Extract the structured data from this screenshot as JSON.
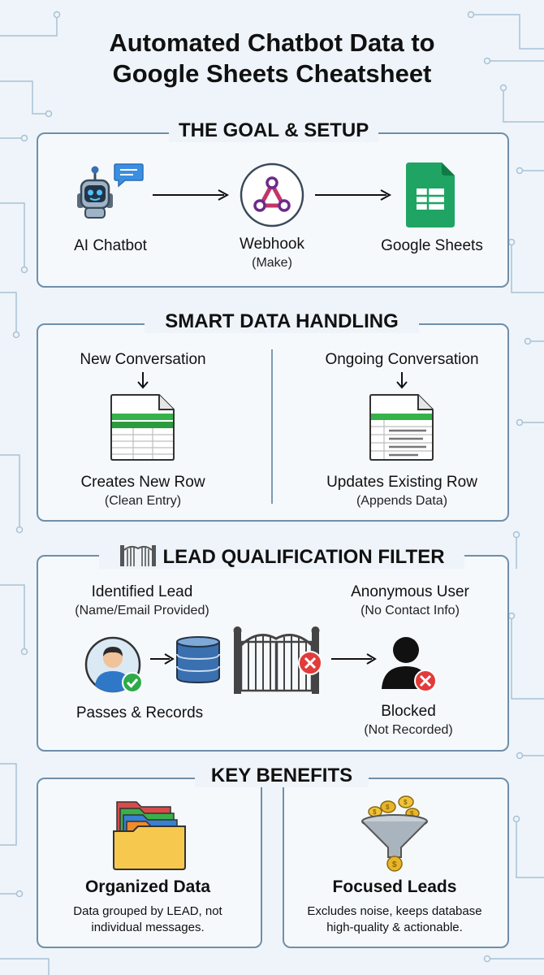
{
  "title": {
    "line1": "Automated Chatbot Data to",
    "line2": "Google Sheets Cheatsheet"
  },
  "goal": {
    "heading": "THE GOAL & SETUP",
    "chatbot_label": "AI Chatbot",
    "webhook_label": "Webhook",
    "webhook_sub": "(Make)",
    "sheets_label": "Google Sheets"
  },
  "smart": {
    "heading": "SMART DATA HANDLING",
    "new_title": "New Conversation",
    "new_label": "Creates New Row",
    "new_sub": "(Clean Entry)",
    "ongoing_title": "Ongoing Conversation",
    "ongoing_label": "Updates Existing Row",
    "ongoing_sub": "(Appends Data)"
  },
  "lead": {
    "heading": "LEAD QUALIFICATION FILTER",
    "identified_title": "Identified Lead",
    "identified_sub": "(Name/Email Provided)",
    "passes_label": "Passes & Records",
    "anon_title": "Anonymous User",
    "anon_sub": "(No Contact Info)",
    "blocked_label": "Blocked",
    "blocked_sub": "(Not Recorded)"
  },
  "benefits": {
    "heading": "KEY BENEFITS",
    "organized_title": "Organized Data",
    "organized_desc": "Data grouped by LEAD, not individual messages.",
    "focused_title": "Focused Leads",
    "focused_desc": "Excludes noise, keeps database high-quality & actionable."
  },
  "icons": [
    "robot-icon",
    "chat-bubble-icon",
    "webhook-icon",
    "google-sheets-icon",
    "spreadsheet-icon",
    "gate-icon",
    "user-check-icon",
    "database-icon",
    "blocked-user-icon",
    "folders-icon",
    "funnel-coins-icon"
  ],
  "colors": {
    "accent_blue": "#3a6fb0",
    "sheets_green": "#1fa463",
    "success_green": "#2eaa4a",
    "error_red": "#e23b3b",
    "coin_gold": "#e9b428",
    "panel_border": "#6f8fa9"
  }
}
